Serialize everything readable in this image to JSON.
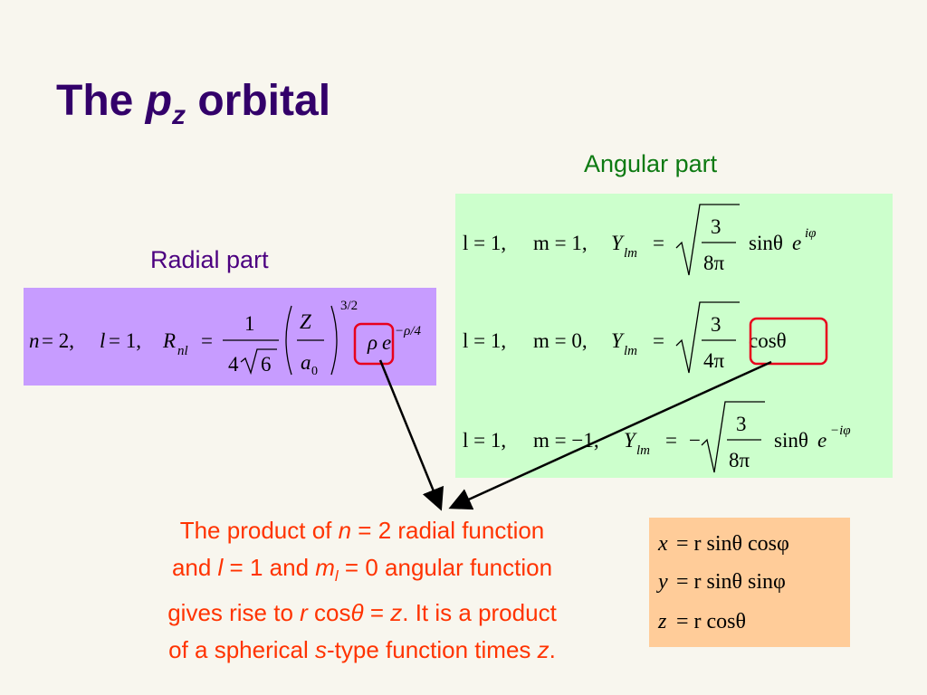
{
  "slide": {
    "title_prefix": "The",
    "title_p": "p",
    "title_sub": "z",
    "title_suffix": "orbital"
  },
  "labels": {
    "angular": "Angular part",
    "radial": "Radial part"
  },
  "radial_equation": {
    "n_label": "n",
    "n_val": "= 2,",
    "l_label": "l",
    "l_val": "= 1,",
    "R": "R",
    "R_sub": "nl",
    "equals": "=",
    "coef_num": "1",
    "coef_den_4": "4",
    "coef_den_6": "6",
    "Z": "Z",
    "a": "a",
    "a_sub": "0",
    "power": "3/2",
    "rho": "ρ",
    "e": "e",
    "exp": "−ρ/4"
  },
  "angular_equations": [
    {
      "l": "l = 1,",
      "m": "m = 1,",
      "Y": "Y",
      "Ysub": "lm",
      "eq": "=",
      "sign": "",
      "num": "3",
      "den": "8π",
      "func": "sinθ",
      "e": "e",
      "exp": "iφ"
    },
    {
      "l": "l = 1,",
      "m": "m = 0,",
      "Y": "Y",
      "Ysub": "lm",
      "eq": "=",
      "sign": "",
      "num": "3",
      "den": "4π",
      "func": "cosθ",
      "e": "",
      "exp": ""
    },
    {
      "l": "l = 1,",
      "m": "m = −1,",
      "Y": "Y",
      "Ysub": "lm",
      "eq": "=",
      "sign": "−",
      "num": "3",
      "den": "8π",
      "func": "sinθ",
      "e": "e",
      "exp": "−iφ"
    }
  ],
  "description": {
    "t1": "The product of ",
    "n": "n",
    "t2": " = 2 radial function",
    "t3": "and ",
    "l": "l",
    "t4": " = 1 and ",
    "m": "m",
    "m_sub": "l",
    "t5": " = 0 angular function",
    "t6": "gives rise to ",
    "r": "r",
    "t7": " cos",
    "theta": "θ",
    "t8": " = ",
    "z": "z",
    "t9": ". It is a product",
    "t10": "of a spherical ",
    "s": "s",
    "t11": "-type function times ",
    "z2": "z",
    "t12": "."
  },
  "cartesian": [
    {
      "lhs": "x",
      "rhs": "= r sinθ cosφ"
    },
    {
      "lhs": "y",
      "rhs": "= r sinθ sinφ"
    },
    {
      "lhs": "z",
      "rhs": "= r cosθ"
    }
  ],
  "colors": {
    "title": "#33006a",
    "angular_label": "#0d7a12",
    "radial_label": "#4c0080",
    "radial_box": "#c79cff",
    "angular_box": "#ccffcc",
    "cartesian_box": "#ffcc99",
    "description": "#ff3300",
    "highlight": "#e8001c"
  }
}
